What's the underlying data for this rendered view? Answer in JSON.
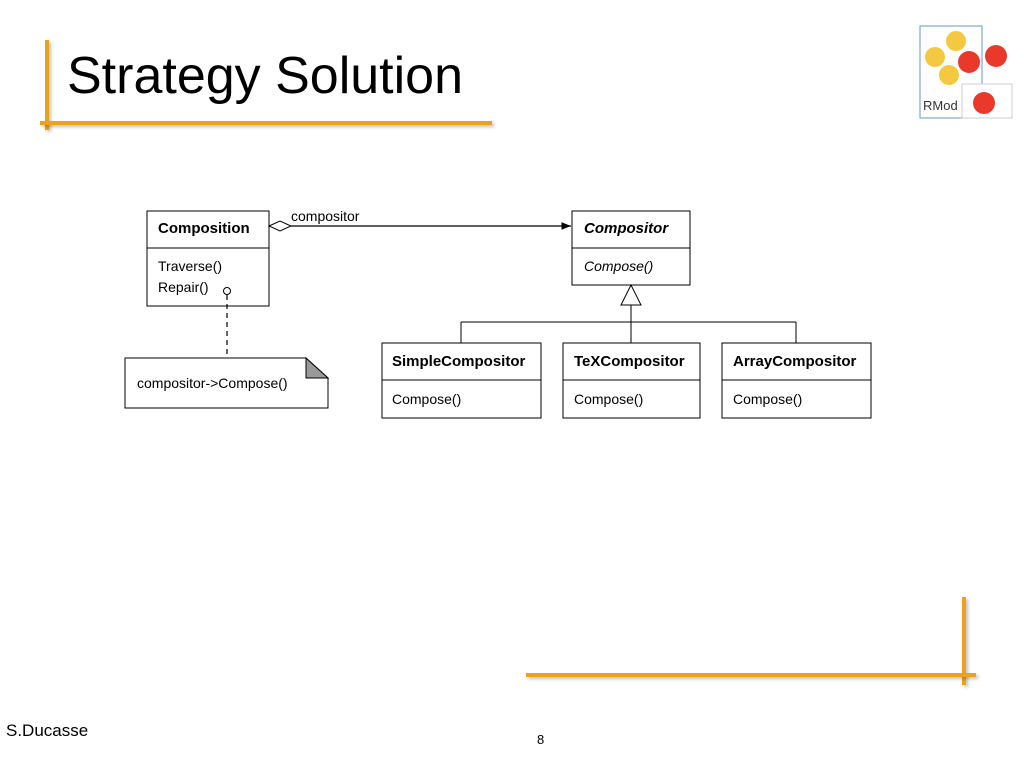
{
  "slide": {
    "title": "Strategy Solution",
    "author": "S.Ducasse",
    "page_number": "8",
    "logo_text": "RMod"
  },
  "colors": {
    "accent_bar": "#f0a020",
    "logo_yellow": "#f5c842",
    "logo_red": "#e8392b",
    "logo_border": "#6699cc",
    "note_corner": "#999999"
  },
  "diagram": {
    "composition": {
      "name": "Composition",
      "methods": [
        "Traverse()",
        "Repair()"
      ]
    },
    "association_label": "compositor",
    "compositor": {
      "name": "Compositor",
      "methods": [
        "Compose()"
      ]
    },
    "note_text": "compositor->Compose()",
    "subclasses": [
      {
        "name": "SimpleCompositor",
        "method": "Compose()"
      },
      {
        "name": "TeXCompositor",
        "method": "Compose()"
      },
      {
        "name": "ArrayCompositor",
        "method": "Compose()"
      }
    ]
  }
}
